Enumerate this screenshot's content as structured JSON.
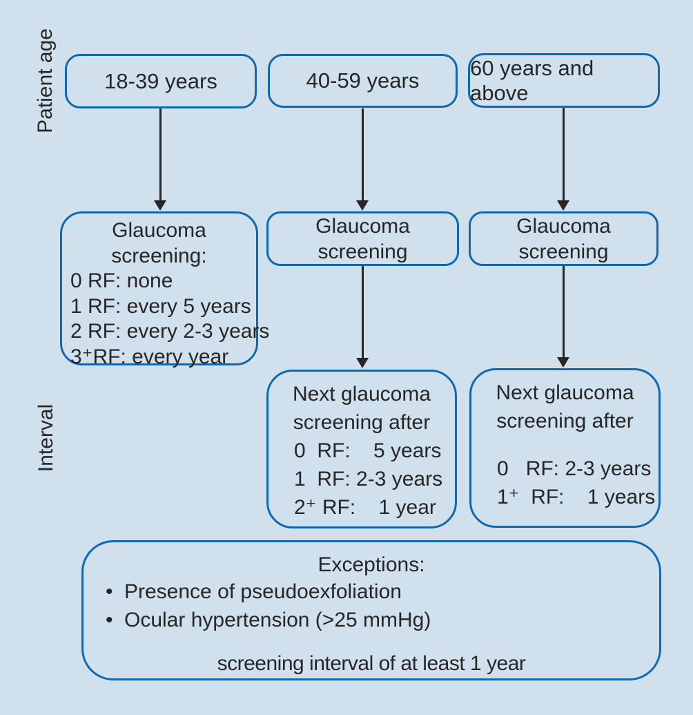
{
  "colors": {
    "background": "#d0e1ed",
    "border": "#1068b0",
    "text": "#262626"
  },
  "labels": {
    "patient_age": "Patient age",
    "interval": "Interval"
  },
  "columns": [
    {
      "age": "18-39 years",
      "screening_title": [
        "Glaucoma",
        "screening:"
      ],
      "screening_items": [
        "0 RF: none",
        "1 RF: every 5 years",
        "2 RF: every 2-3 years",
        "3⁺RF: every year"
      ]
    },
    {
      "age": "40-59 years",
      "screening_title": [
        "Glaucoma",
        "screening"
      ],
      "interval_title": [
        "Next glaucoma",
        "screening after"
      ],
      "interval_items": [
        "0  RF:    5 years",
        "1  RF: 2-3 years",
        "2⁺ RF:    1 year"
      ]
    },
    {
      "age": "60 years and above",
      "screening_title": [
        "Glaucoma",
        "screening"
      ],
      "interval_title": [
        "Next glaucoma",
        "screening after"
      ],
      "interval_items": [
        "0   RF: 2-3 years",
        "1⁺  RF:    1 years"
      ]
    }
  ],
  "exceptions": {
    "title": "Exceptions:",
    "bullet_glyph": "•",
    "bullets": [
      "Presence of pseudoexfoliation",
      "Ocular hypertension (>25 mmHg)"
    ],
    "footer": "screening interval of at least 1 year"
  }
}
